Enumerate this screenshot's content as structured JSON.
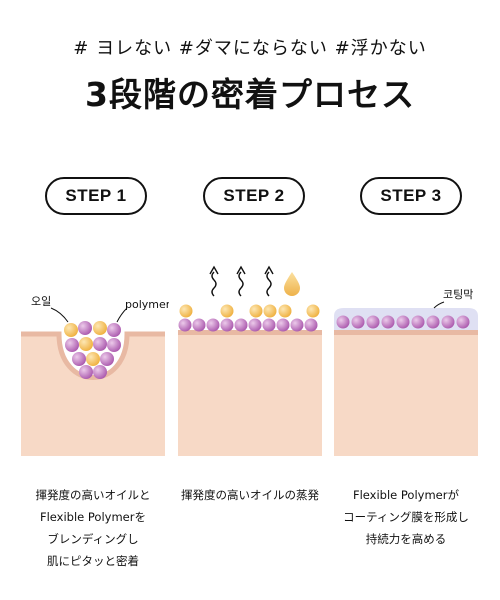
{
  "header": {
    "tagline": "# ヨレない #ダマにならない #浮かない",
    "headline": "3段階の密着プロセス"
  },
  "steps": [
    {
      "label": "STEP 1",
      "annotations": {
        "oil": "오일",
        "polymer": "polymer"
      },
      "caption": [
        "揮発度の高いオイルと",
        "Flexible Polymerを",
        "ブレンディングし",
        "肌にピタッと密着"
      ]
    },
    {
      "label": "STEP 2",
      "caption": [
        "揮発度の高いオイルの蒸発"
      ]
    },
    {
      "label": "STEP 3",
      "annotations": {
        "film": "코팅막"
      },
      "caption": [
        "Flexible Polymerが",
        "コーティング膜を形成し",
        "持続力を高める"
      ]
    }
  ],
  "colors": {
    "skin": "#f7d9c6",
    "skin_edge": "#e8b9a3",
    "oil": "#f2b949",
    "polymer": "#b768b8",
    "film": "#dfe0f3"
  },
  "icons": [
    "evaporation-wave-icon",
    "oil-drop-icon"
  ]
}
